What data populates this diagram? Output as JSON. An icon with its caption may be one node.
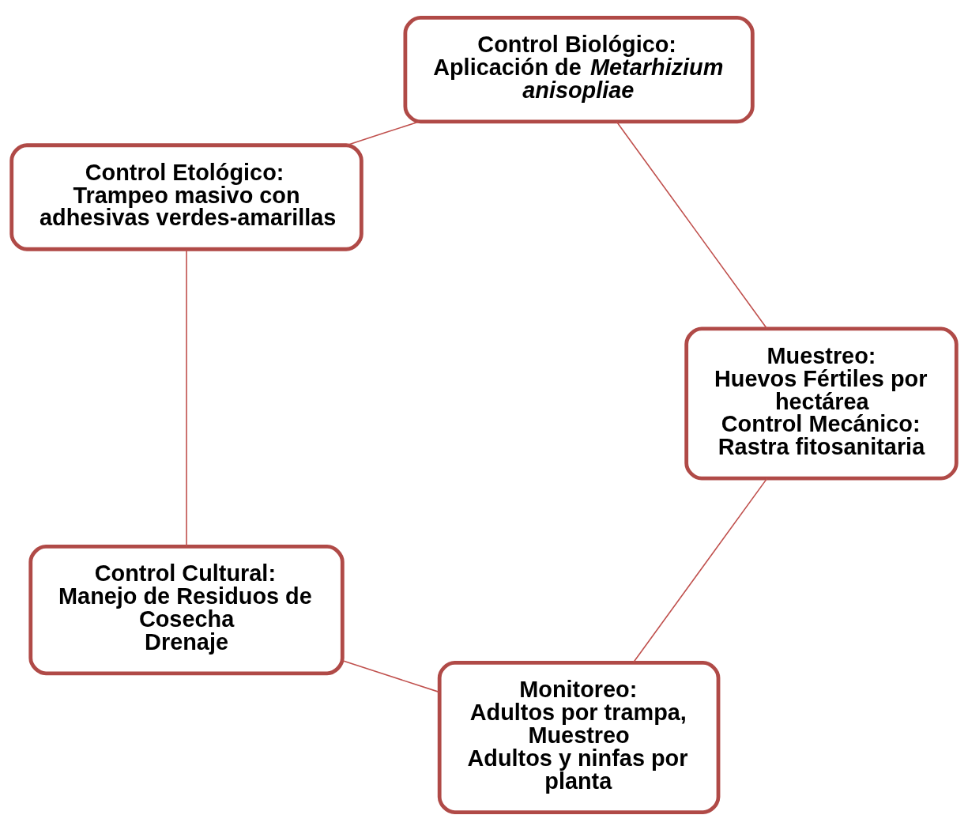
{
  "diagram": {
    "nodes": [
      {
        "text": [
          "Monitoreo:",
          "Adultos por trampa,",
          "Muestreo",
          "Adultos y ninfas por planta"
        ]
      },
      {
        "text": [
          "Control Cultural:",
          "Manejo de Residuos de Cosecha",
          "Drenaje"
        ]
      },
      {
        "text": [
          "Control Etológico:",
          "Trampeo masivo con adhesivas verdes-amarillas"
        ]
      },
      {
        "text": [
          "Control Biológico:",
          "Aplicación de *Metarhizium anisopliae*"
        ]
      },
      {
        "text": [
          "Muestreo:",
          "Huevos Fértiles por hectárea",
          "Control Mecánico:",
          "Rastra fitosanitaria"
        ]
      }
    ],
    "edges": [
      {
        "from": 0,
        "to": 1,
        "arrow": "none"
      },
      {
        "from": 1,
        "to": 2,
        "arrow": "none"
      },
      {
        "from": 2,
        "to": 3,
        "arrow": "none"
      },
      {
        "from": 3,
        "to": 4,
        "arrow": "none"
      },
      {
        "from": 4,
        "to": 0,
        "arrow": "none"
      }
    ]
  }
}
